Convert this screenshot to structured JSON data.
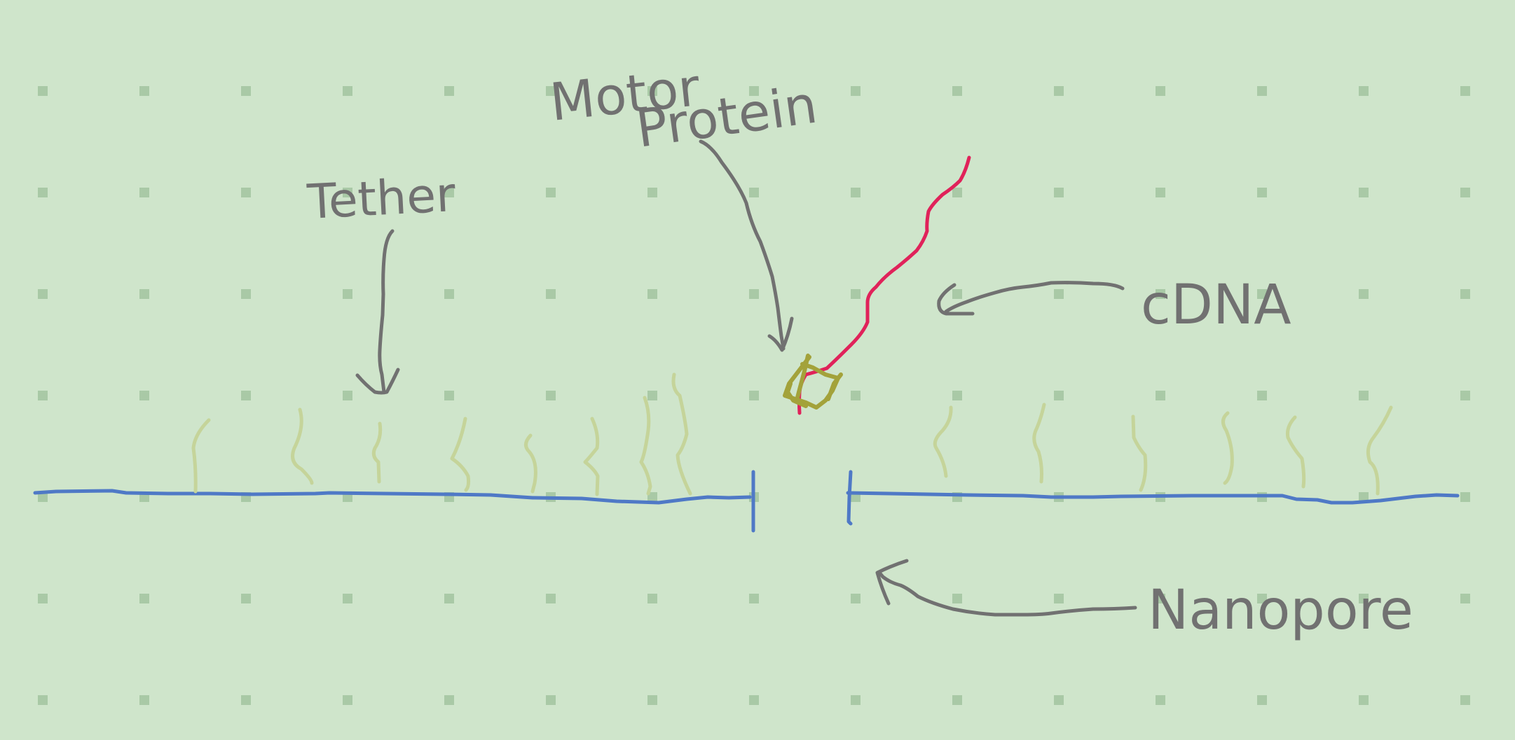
{
  "labels": {
    "motor_line1": "Motor",
    "motor_line2": "Protein",
    "tether": "Tether",
    "cdna": "cDNA",
    "nanopore": "Nanopore"
  },
  "colors": {
    "background": "#cfe5cb",
    "grid_dot": "#a9c9a6",
    "ink": "#717171",
    "membrane": "#4f79c6",
    "tether_strand": "#c5d49a",
    "cdna_strand": "#e0225a",
    "motor_protein": "#a3a23a"
  },
  "icons": {
    "motor_protein": "motor-protein-square",
    "pore": "nanopore-gap"
  }
}
